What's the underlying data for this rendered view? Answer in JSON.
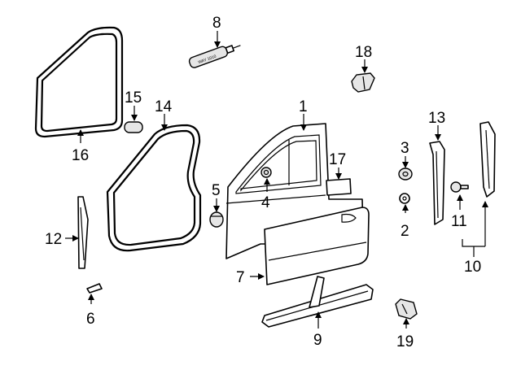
{
  "callouts": {
    "c1": "1",
    "c2": "2",
    "c3": "3",
    "c4": "4",
    "c5": "5",
    "c6": "6",
    "c7": "7",
    "c8": "8",
    "c9": "9",
    "c10": "10",
    "c11": "11",
    "c12": "12",
    "c13": "13",
    "c14": "14",
    "c15": "15",
    "c16": "16",
    "c17": "17",
    "c18": "18",
    "c19": "19"
  },
  "tube_label": "WAY 1010"
}
